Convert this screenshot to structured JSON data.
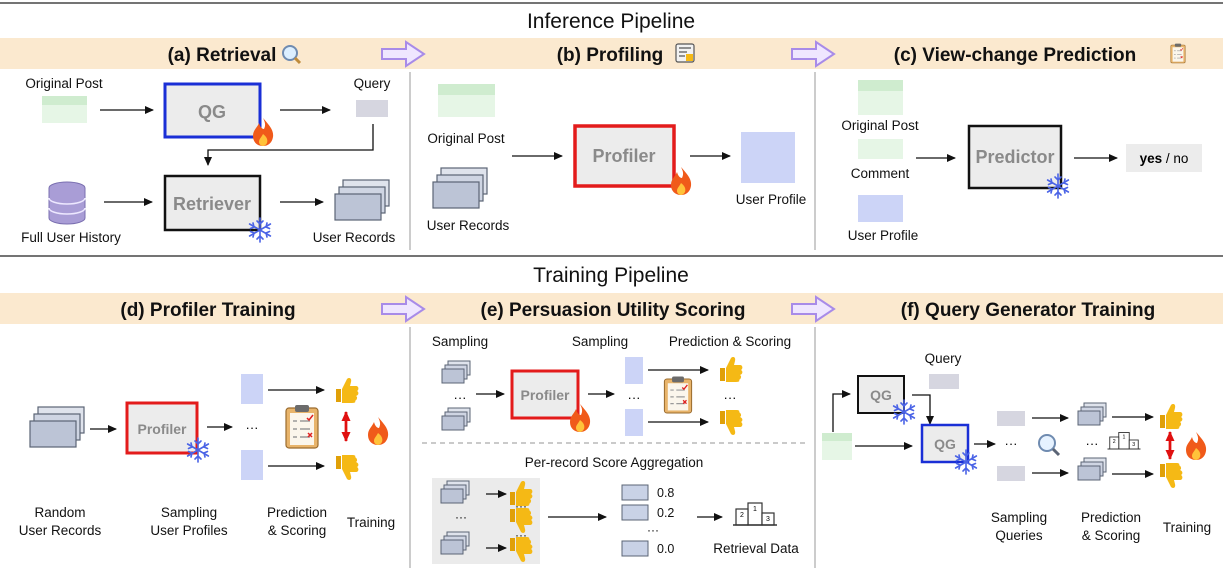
{
  "headers": {
    "inference": "Inference Pipeline",
    "training": "Training Pipeline"
  },
  "phases": {
    "a": "(a) Retrieval",
    "b": "(b) Profiling",
    "c": "(c) View-change Prediction",
    "d": "(d) Profiler Training",
    "e": "(e) Persuasion Utility Scoring",
    "f": "(f) Query Generator Training"
  },
  "a": {
    "original_post": "Original Post",
    "qg": "QG",
    "query": "Query",
    "retriever": "Retriever",
    "full_history": "Full User History",
    "user_records": "User Records"
  },
  "b": {
    "original_post": "Original Post",
    "user_records": "User Records",
    "profiler": "Profiler",
    "user_profile": "User Profile"
  },
  "c": {
    "original_post": "Original Post",
    "comment": "Comment",
    "user_profile": "User Profile",
    "predictor": "Predictor",
    "answer_yes": "yes",
    "answer_rest": " / no"
  },
  "d": {
    "profiler": "Profiler",
    "dots": "···",
    "random_line1": "Random",
    "random_line2": "User Records",
    "sampling_line1": "Sampling",
    "sampling_line2": "User Profiles",
    "pred_line1": "Prediction",
    "pred_line2": "& Scoring",
    "training": "Training"
  },
  "e": {
    "sampling1": "Sampling",
    "sampling2": "Sampling",
    "pred_scoring": "Prediction & Scoring",
    "profiler": "Profiler",
    "dots": "···",
    "aggregation": "Per-record Score Aggregation",
    "scores": [
      "0.8",
      "0.2",
      "0.0"
    ],
    "retrieval_data": "Retrieval Data"
  },
  "f": {
    "query": "Query",
    "qg": "QG",
    "dots": "···",
    "sampling_line1": "Sampling",
    "sampling_line2": "Queries",
    "pred_line1": "Prediction",
    "pred_line2": "& Scoring",
    "training": "Training"
  },
  "colors": {
    "phase_band": "#fbe9cf",
    "post_green": "#d6f0d8",
    "profile_blue": "#ccd4f7",
    "query_gray": "#d6d6e0",
    "qg_border": "#1a2fd6",
    "profiler_border": "#e31b1b",
    "model_fill": "#ececec",
    "thumb": "#f5b915",
    "flame": "#f05a1a",
    "snow": "#4a63e6",
    "phase_arrow": "#b79cf0"
  },
  "icons": [
    "magnifier-icon",
    "profile-card-icon",
    "clipboard-icon",
    "database-icon",
    "fire-icon",
    "snowflake-icon",
    "thumbs-up-icon",
    "thumbs-down-icon",
    "podium-icon"
  ]
}
